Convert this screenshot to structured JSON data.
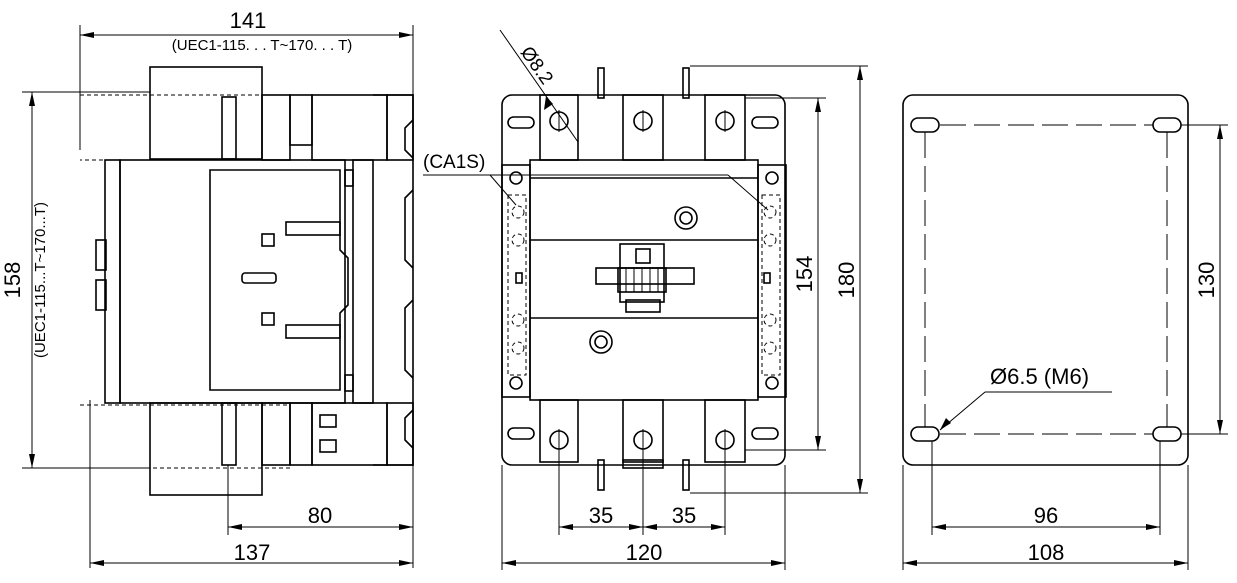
{
  "side_view": {
    "dim_width_top": "141",
    "dim_width_top_note": "(UEC1-115. . . T~170. . . T)",
    "dim_height": "158",
    "dim_height_note": "(UEC1-115...T~170...T)",
    "dim_depth_mount": "80",
    "dim_depth_base": "137"
  },
  "front_view": {
    "dim_hole_dia": "Ø8.2",
    "aux_label": "(CA1S)",
    "dim_pitch_left": "35",
    "dim_pitch_right": "35",
    "dim_width": "120",
    "dim_height_inner": "154",
    "dim_height_outer": "180"
  },
  "mount_view": {
    "dim_hole": "Ø6.5 (M6)",
    "dim_vertical": "130",
    "dim_inner": "96",
    "dim_outer": "108"
  }
}
